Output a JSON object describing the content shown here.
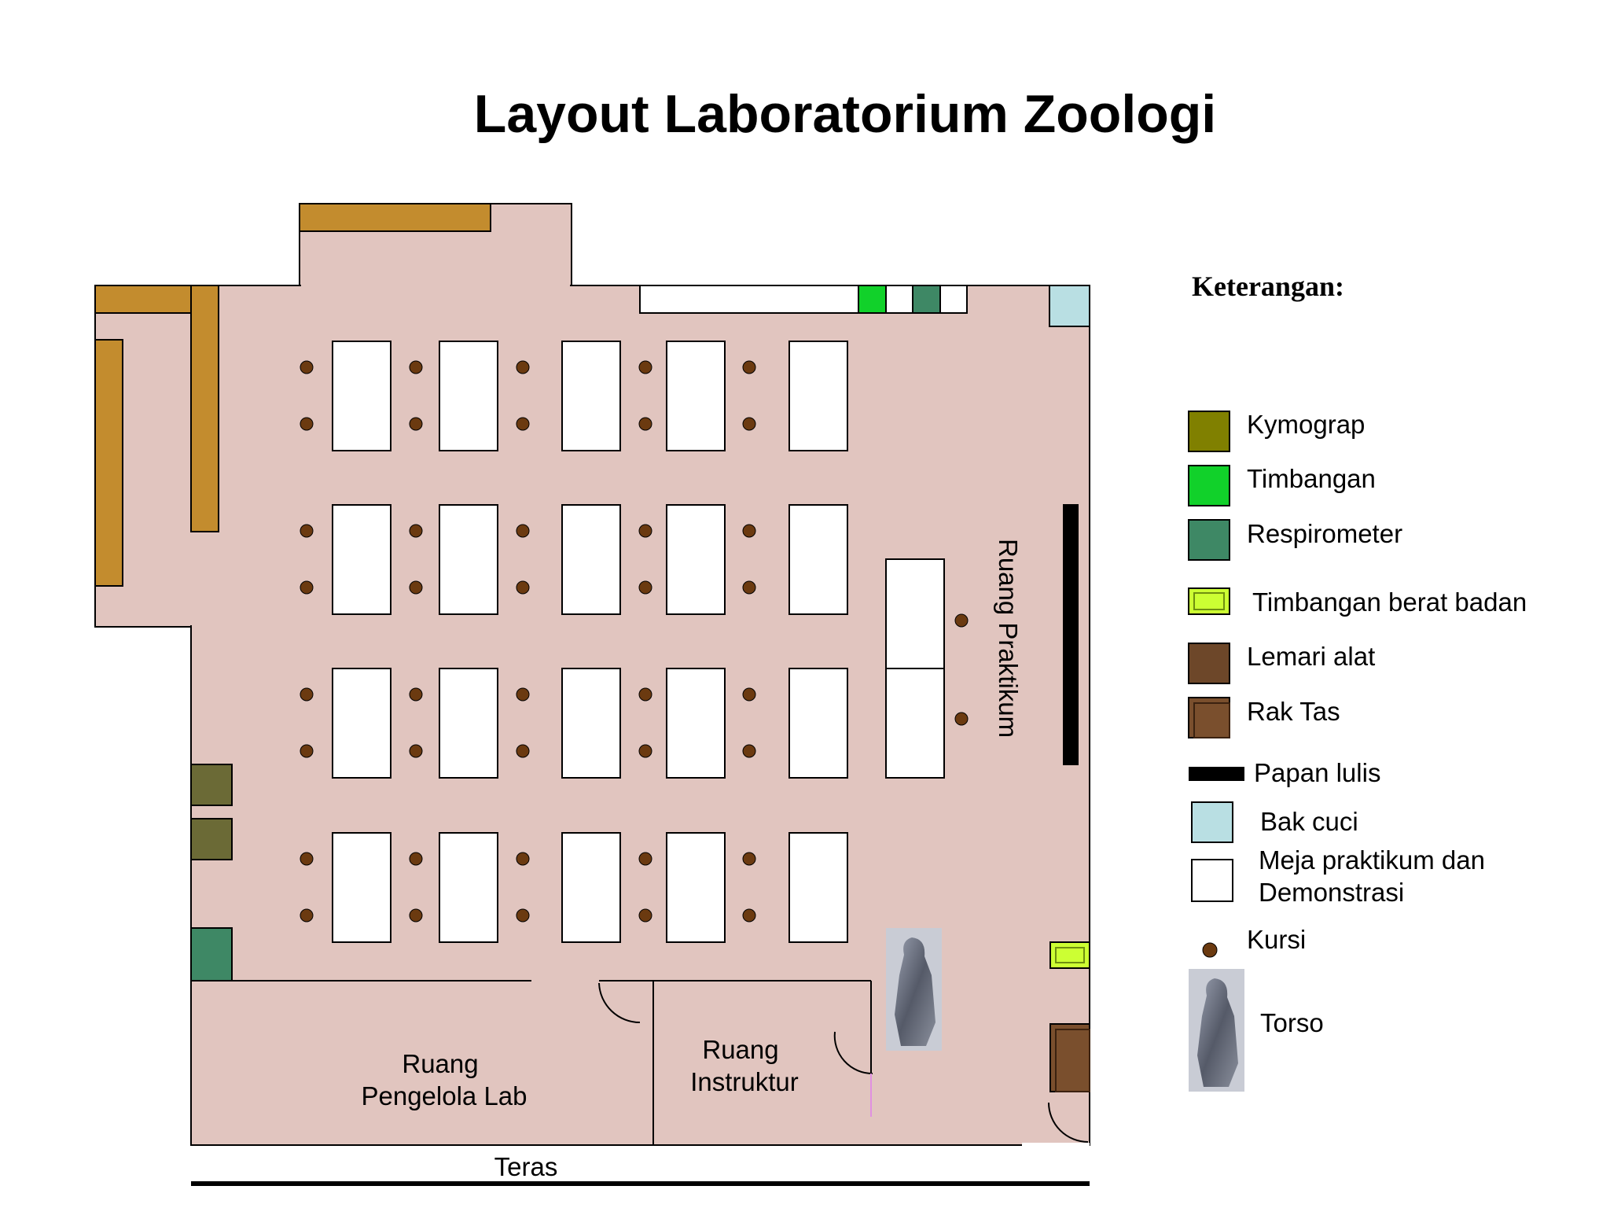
{
  "title": "Layout Laboratorium  Zoologi",
  "rooms": {
    "praktikum": "Ruang Praktikum",
    "pengelola_line1": "Ruang",
    "pengelola_line2": "Pengelola Lab",
    "instruktur_line1": "Ruang",
    "instruktur_line2": "Instruktur",
    "teras": "Teras"
  },
  "legend": {
    "heading": "Keterangan:",
    "items": [
      {
        "label": "Kymograp",
        "color": "#808000"
      },
      {
        "label": "Timbangan",
        "color": "#11d12a"
      },
      {
        "label": "Respirometer",
        "color": "#3e8865"
      },
      {
        "label": "Timbangan berat badan",
        "color": "#ccff33"
      },
      {
        "label": "Lemari alat",
        "color": "#6d4729"
      },
      {
        "label": "Rak Tas",
        "color": "#7a4f2d"
      },
      {
        "label": "Papan lulis",
        "color": "#000000"
      },
      {
        "label": "Bak cuci",
        "color": "#b9dfe3"
      },
      {
        "label": "Meja praktikum dan",
        "label2": "Demonstrasi",
        "color": "#ffffff"
      },
      {
        "label": "Kursi",
        "color": "#6b3a10"
      },
      {
        "label": "Torso",
        "color": "#6f7380"
      }
    ]
  },
  "colors": {
    "floor": "#e1c5bf",
    "cabinet": "#c38c2e",
    "kymograp_block": "#6b6a36",
    "chair": "#6b3a10"
  }
}
